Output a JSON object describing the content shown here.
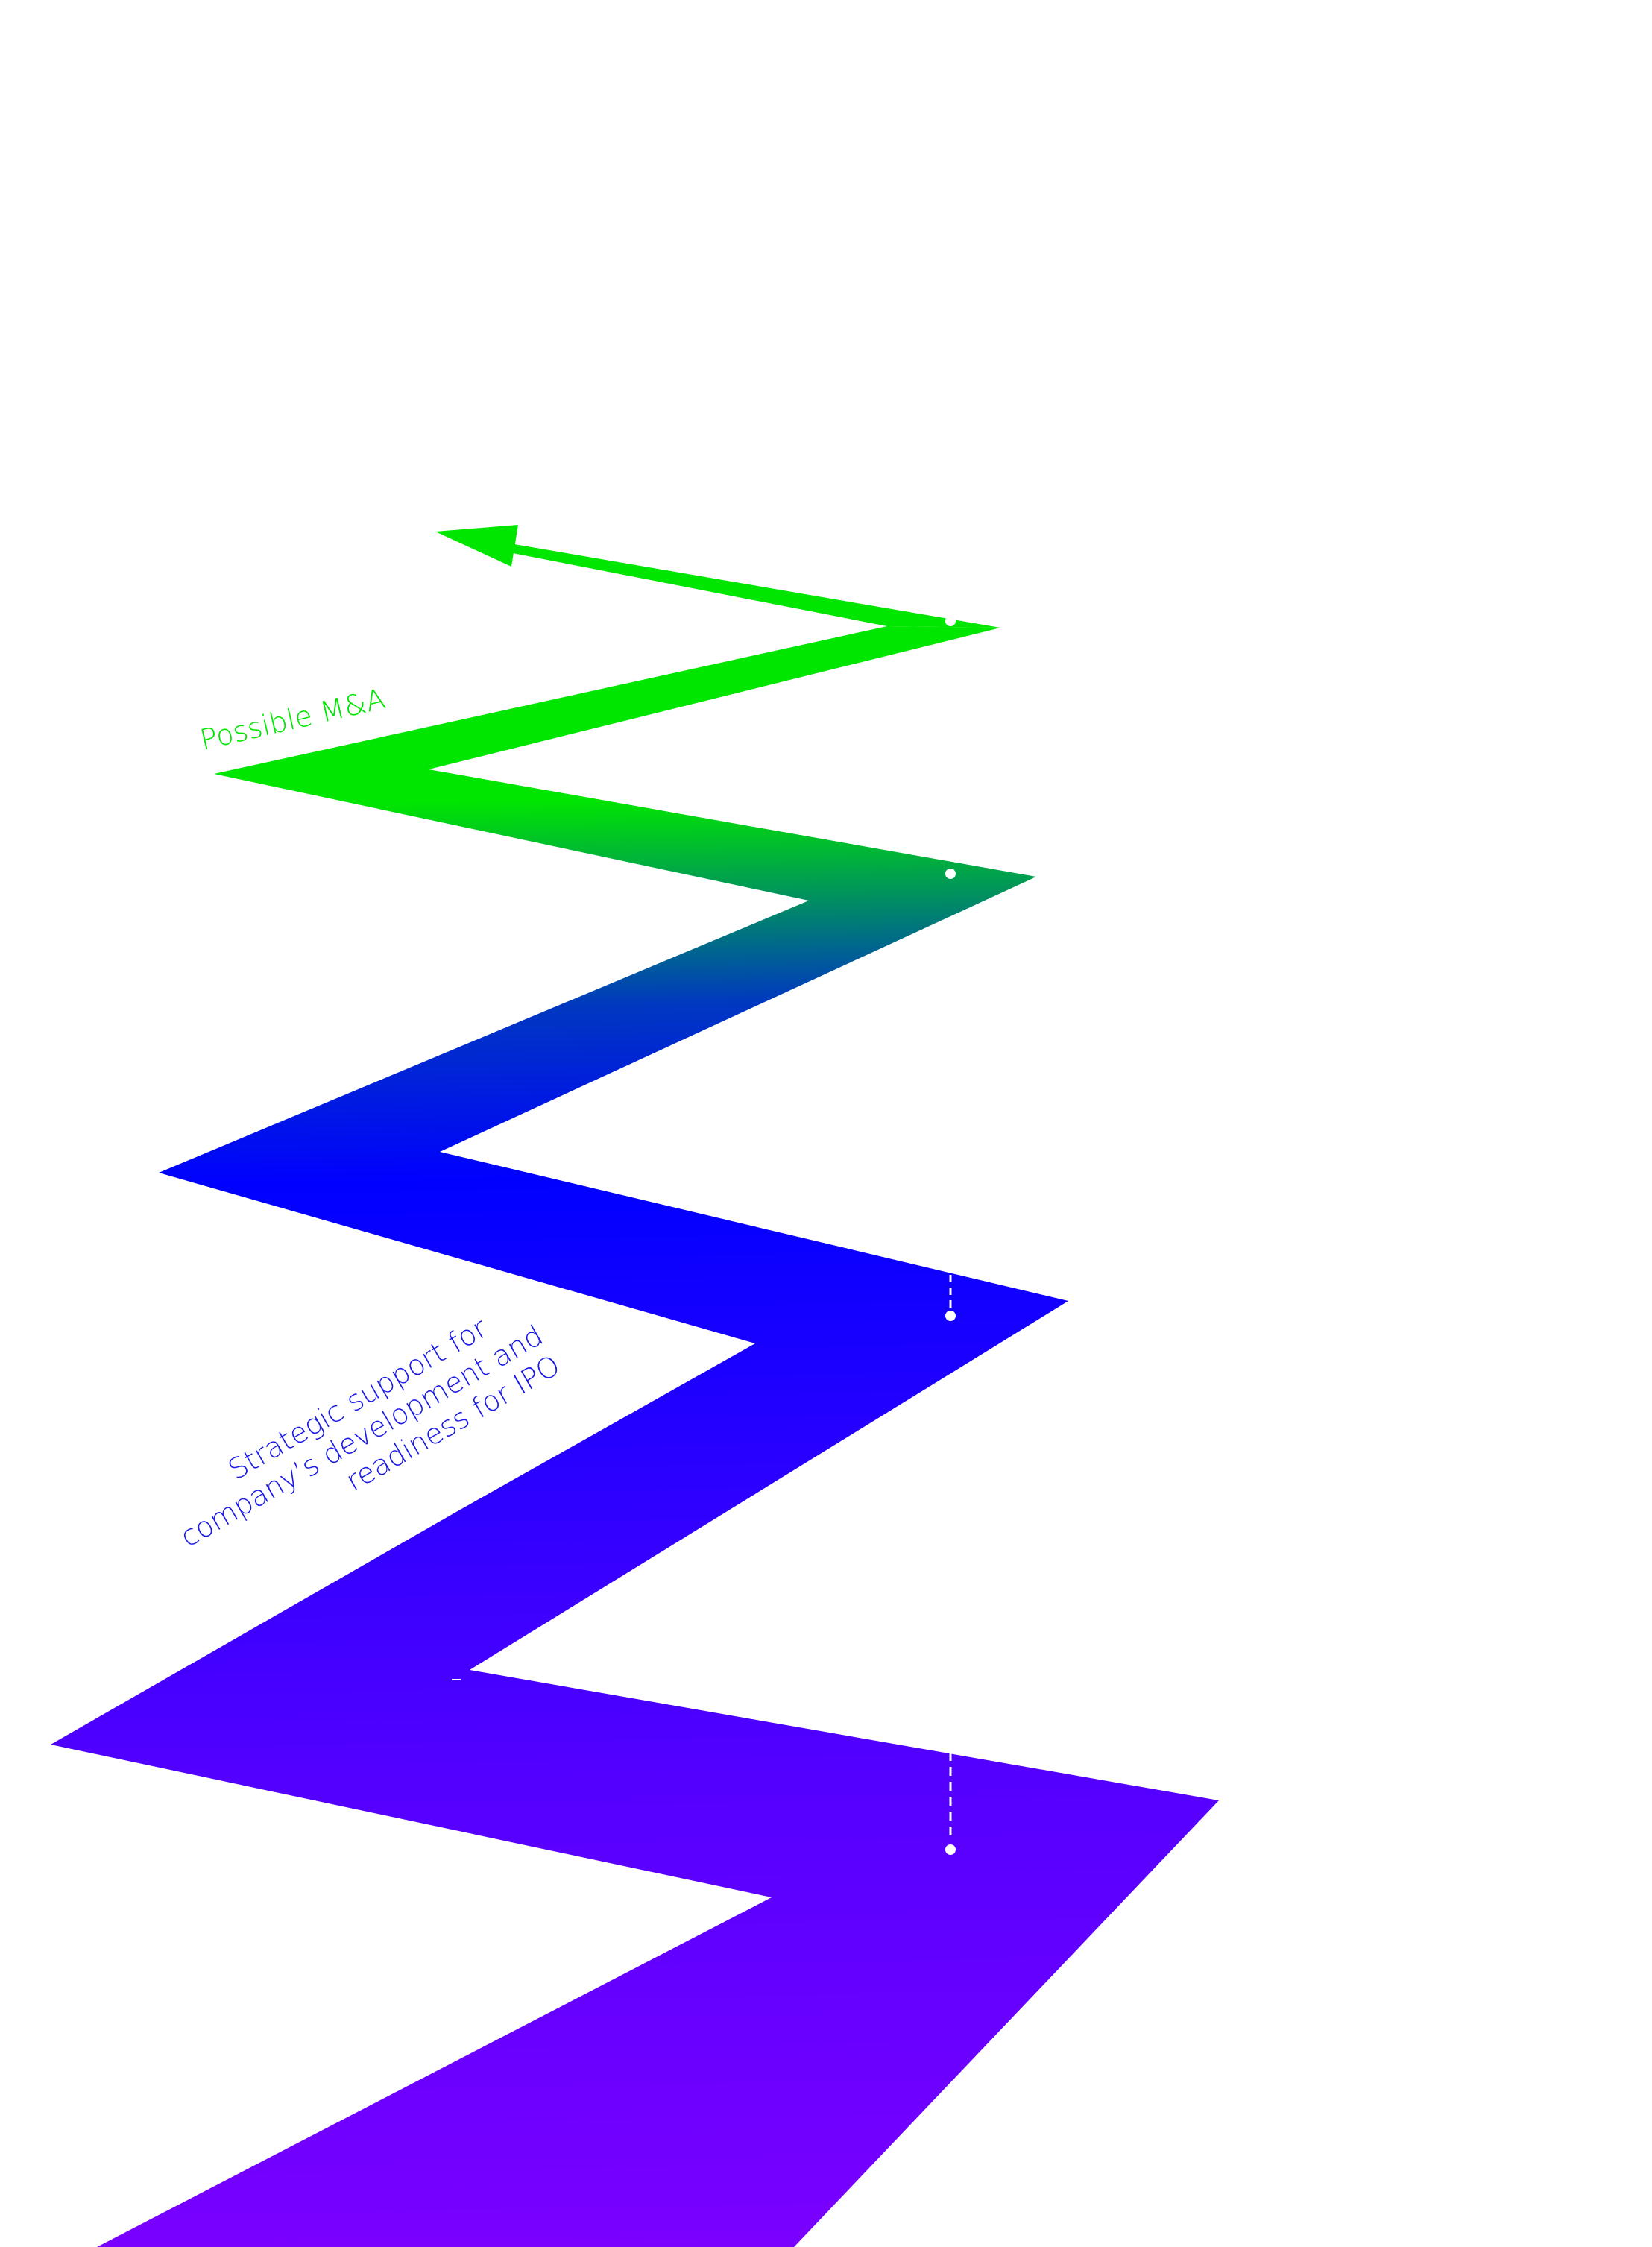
{
  "labels": {
    "possible_ma": "Possible M&A",
    "strategic_support": [
      "Strategic support for",
      "company’s development and",
      "readiness for IPO"
    ]
  },
  "colors": {
    "background": "#FFFFFF",
    "green": "#00E600",
    "teal": "#009060",
    "blue": "#0000FF",
    "indigo": "#2A00FF",
    "purple": "#7A00FF",
    "label_green": "#00E600",
    "label_blue": "#1A1AE6",
    "milestone_marker": "#FFFFFF"
  },
  "icons": {
    "arrow": "arrow-head-icon",
    "milestone": "milestone-dot-icon"
  }
}
